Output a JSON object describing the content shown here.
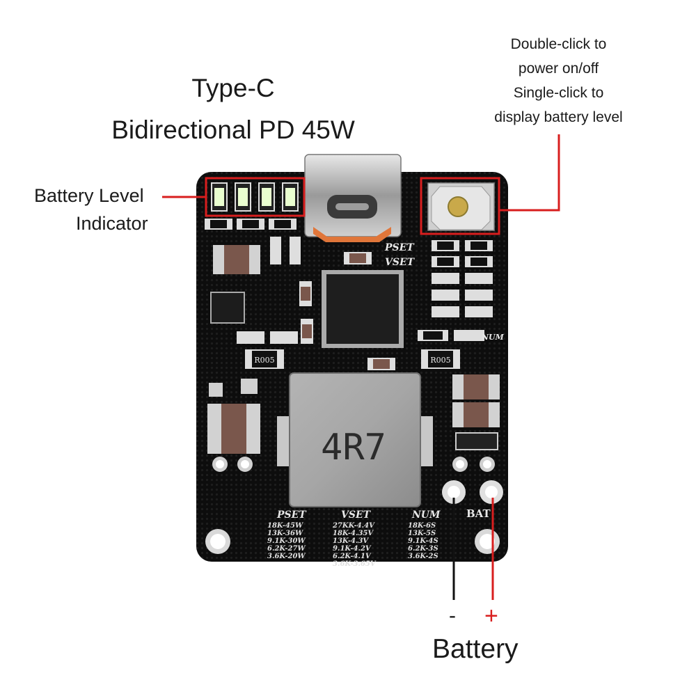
{
  "title": {
    "line1": "Type-C",
    "line2": "Bidirectional PD 45W"
  },
  "button_note": {
    "line1": "Double-click to",
    "line2": "power on/off",
    "line3": "Single-click to",
    "line4": "display battery level"
  },
  "indicator_label": {
    "line1": "Battery Level",
    "line2": "Indicator"
  },
  "battery": {
    "label": "Battery",
    "minus": "-",
    "plus": "+"
  },
  "board": {
    "inductor_marking": "4R7",
    "resistor_left_marking": "R005",
    "resistor_right_marking": "R005",
    "pset_label": "PSET",
    "vset_label": "VSET",
    "num_label": "NUM",
    "bat_label": "BAT",
    "pset_table": [
      "18K-45W",
      "13K-36W",
      "9.1K-30W",
      "6.2K-27W",
      "3.6K-20W"
    ],
    "vset_table": [
      "27KK-4.4V",
      "18K-4.35V",
      "13K-4.3V",
      "9.1K-4.2V",
      "6.2K-4.1V",
      "3.6K-3.65V"
    ],
    "num_table": [
      "18K-6S",
      "13K-5S",
      "9.1K-4S",
      "6.2K-3S",
      "3.6K-2S"
    ]
  },
  "colors": {
    "callout": "#d81e1e",
    "pcb": "#0d0d0d",
    "led": "#eaffd0"
  }
}
